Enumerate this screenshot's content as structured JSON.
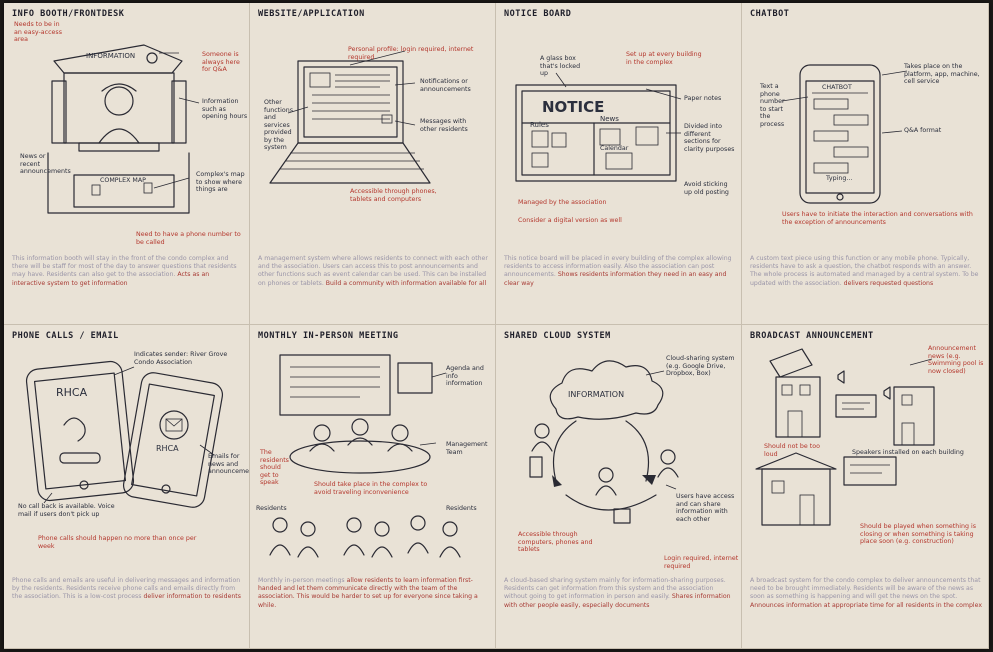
{
  "panels": [
    {
      "title": "INFO BOOTH/FRONTDESK",
      "notes": [
        {
          "text": "Needs to be in an easy-access area",
          "red": true
        },
        {
          "text": "INFORMATION",
          "red": false
        },
        {
          "text": "Someone is always here for Q&A",
          "red": true
        },
        {
          "text": "Information such as opening hours",
          "red": false
        },
        {
          "text": "News or recent announcements",
          "red": false
        },
        {
          "text": "COMPLEX MAP",
          "red": false
        },
        {
          "text": "Complex's map to show where things are",
          "red": false
        },
        {
          "text": "Need to have a phone number to be called",
          "red": true
        }
      ],
      "description": "This information booth will stay in the front of the condo complex and there will be staff for most of the day to answer questions that residents may have. Residents can also get to the association.",
      "description_highlight": "Acts as an interactive system to get information"
    },
    {
      "title": "WEBSITE/APPLICATION",
      "notes": [
        {
          "text": "Personal profile: login required, internet required",
          "red": true
        },
        {
          "text": "Notifications or announcements",
          "red": false
        },
        {
          "text": "Other functions and services provided by the system",
          "red": false
        },
        {
          "text": "Messages with other residents",
          "red": false
        },
        {
          "text": "Accessible through phones, tablets and computers",
          "red": true
        }
      ],
      "description": "A management system where allows residents to connect with each other and the association. Users can access this to post announcements and other functions such as event calendar can be used. This can be installed on phones or tablets.",
      "description_highlight": "Build a community with information available for all"
    },
    {
      "title": "NOTICE BOARD",
      "notes": [
        {
          "text": "A glass box that's locked up",
          "red": false
        },
        {
          "text": "Set up at every building in the complex",
          "red": true
        },
        {
          "text": "NOTICE",
          "red": false
        },
        {
          "text": "Rules",
          "red": false
        },
        {
          "text": "News",
          "red": false
        },
        {
          "text": "Calendar",
          "red": false
        },
        {
          "text": "Paper notes",
          "red": false
        },
        {
          "text": "Divided into different sections for clarity purposes",
          "red": false
        },
        {
          "text": "Avoid sticking up old posting",
          "red": false
        },
        {
          "text": "Managed by the association",
          "red": true
        },
        {
          "text": "Consider a digital version as well",
          "red": true
        }
      ],
      "description": "This notice board will be placed in every building of the complex allowing residents to access information easily. Also the association can post announcements.",
      "description_highlight": "Shows residents information they need in an easy and clear way"
    },
    {
      "title": "CHATBOT",
      "notes": [
        {
          "text": "Takes place on the platform, app, machine, cell service",
          "red": false
        },
        {
          "text": "CHATBOT",
          "red": false
        },
        {
          "text": "Text a phone number to start the process",
          "red": false
        },
        {
          "text": "Q&A format",
          "red": false
        },
        {
          "text": "Typing...",
          "red": false
        },
        {
          "text": "Users have to initiate the interaction and conversations with the exception of announcements",
          "red": true
        }
      ],
      "description": "A custom text piece using this function or any mobile phone. Typically, residents have to ask a question, the chatbot responds with an answer. The whole process is automated and managed by a central system. To be updated with the association.",
      "description_highlight": "delivers requested questions"
    },
    {
      "title": "PHONE CALLS / EMAIL",
      "notes": [
        {
          "text": "Indicates sender: River Grove Condo Association",
          "red": false
        },
        {
          "text": "RHCA",
          "red": false
        },
        {
          "text": "RHCA",
          "red": false
        },
        {
          "text": "Emails for news and announcements",
          "red": false
        },
        {
          "text": "No call back is available. Voice mail if users don't pick up",
          "red": false
        },
        {
          "text": "Phone calls should happen no more than once per week",
          "red": true
        }
      ],
      "description": "Phone calls and emails are useful in delivering messages and information by the residents. Residents receive phone calls and emails directly from the association. This is a low-cost process",
      "description_highlight": "deliver information to residents"
    },
    {
      "title": "MONTHLY IN-PERSON MEETING",
      "notes": [
        {
          "text": "Agenda and info information",
          "red": false
        },
        {
          "text": "Management Team",
          "red": false
        },
        {
          "text": "The residents should get to speak",
          "red": true
        },
        {
          "text": "Should take place in the complex to avoid traveling inconvenience",
          "red": true
        },
        {
          "text": "Residents",
          "red": false
        },
        {
          "text": "Residents",
          "red": false
        }
      ],
      "description": "Monthly in-person meetings",
      "description_highlight": "allow residents to learn information first-handed and let them communicate directly with the team of the association. This would be harder to set up for everyone since taking a while."
    },
    {
      "title": "SHARED CLOUD SYSTEM",
      "notes": [
        {
          "text": "Cloud-sharing system (e.g. Google Drive, Dropbox, Box)",
          "red": false
        },
        {
          "text": "INFORMATION",
          "red": false
        },
        {
          "text": "Accessible through computers, phones and tablets",
          "red": true
        },
        {
          "text": "Users have access and can share information with each other",
          "red": false
        },
        {
          "text": "Login required, internet required",
          "red": true
        }
      ],
      "description": "A cloud-based sharing system mainly for information-sharing purposes. Residents can get information from this system and the association without going to get information in person and easily.",
      "description_highlight": "Shares information with other people easily, especially documents"
    },
    {
      "title": "BROADCAST ANNOUNCEMENT",
      "notes": [
        {
          "text": "Announcement news (e.g. Swimming pool is now closed)",
          "red": true
        },
        {
          "text": "Should not be too loud",
          "red": true
        },
        {
          "text": "Speakers installed on each building",
          "red": false
        },
        {
          "text": "Should be played when something is closing or when something is taking place soon (e.g. construction)",
          "red": true
        }
      ],
      "description": "A broadcast system for the condo complex to deliver announcements that need to be brought immediately. Residents will be aware of the news as soon as something is happening and will get the news on the spot.",
      "description_highlight": "Announces information at appropriate time for all residents in the complex"
    }
  ]
}
